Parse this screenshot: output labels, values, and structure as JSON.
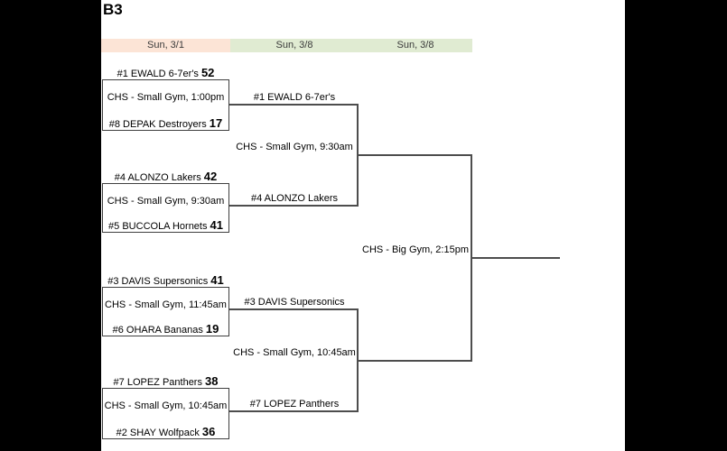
{
  "title": "B3",
  "colors": {
    "round1_header_bg": "#fce4d6",
    "later_round_header_bg": "#e0ebd2",
    "bracket_line": "#4d4d4d",
    "letterbox": "#000000"
  },
  "headers": [
    {
      "label": "Sun, 3/1"
    },
    {
      "label": "Sun, 3/8"
    },
    {
      "label": "Sun, 3/8"
    }
  ],
  "round1": [
    {
      "team1": "#1 EWALD 6-7er's",
      "score1": "52",
      "venue": "CHS - Small Gym, 1:00pm",
      "team2": "#8 DEPAK Destroyers",
      "score2": "17",
      "winner": "#1 EWALD 6-7er's"
    },
    {
      "team1": "#4 ALONZO Lakers",
      "score1": "42",
      "venue": "CHS - Small Gym, 9:30am",
      "team2": "#5 BUCCOLA Hornets",
      "score2": "41",
      "winner": "#4 ALONZO Lakers"
    },
    {
      "team1": "#3 DAVIS Supersonics",
      "score1": "41",
      "venue": "CHS - Small Gym, 11:45am",
      "team2": "#6 OHARA Bananas",
      "score2": "19",
      "winner": "#3 DAVIS Supersonics"
    },
    {
      "team1": "#7 LOPEZ Panthers",
      "score1": "38",
      "venue": "CHS - Small Gym, 10:45am",
      "team2": "#2 SHAY Wolfpack",
      "score2": "36",
      "winner": "#7 LOPEZ Panthers"
    }
  ],
  "semifinals": [
    {
      "venue": "CHS - Small Gym, 9:30am"
    },
    {
      "venue": "CHS - Small Gym, 10:45am"
    }
  ],
  "final": {
    "venue": "CHS - Big Gym, 2:15pm"
  }
}
